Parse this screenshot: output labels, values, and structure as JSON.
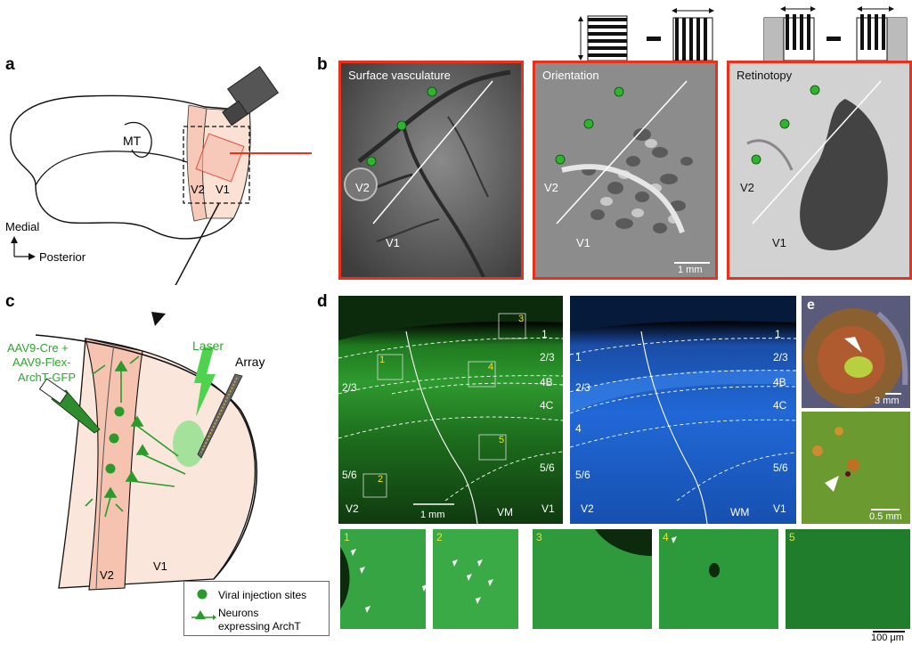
{
  "panels": {
    "a": "a",
    "b": "b",
    "c": "c",
    "d": "d",
    "e": "e"
  },
  "panel_a": {
    "mt_label": "MT",
    "v2_label": "V2",
    "v1_label": "V1",
    "medial_label": "Medial",
    "posterior_label": "Posterior"
  },
  "panel_b": {
    "titles": [
      "Surface vasculature",
      "Orientation",
      "Retinotopy"
    ],
    "v2_label": "V2",
    "v1_label": "V1",
    "scalebar": "1 mm",
    "minus": "–"
  },
  "panel_c": {
    "injection_label_1": "AAV9-Cre +",
    "injection_label_2": "AAV9-Flex-",
    "injection_label_3": "ArchT-GFP",
    "laser_label": "Laser",
    "array_label": "Array",
    "v2_label": "V2",
    "v1_label": "V1",
    "legend_sites": "Viral injection sites",
    "legend_neurons_1": "Neurons",
    "legend_neurons_2": "expressing ArchT"
  },
  "panel_d": {
    "layers_left": [
      "1",
      "2/3",
      "4B",
      "4C",
      "5/6"
    ],
    "layers_left_side": [
      "2/3",
      "5/6"
    ],
    "layers_right": [
      "1",
      "2/3",
      "4B",
      "4C",
      "5/6"
    ],
    "layers_right_side": [
      "1",
      "2/3",
      "4",
      "5/6"
    ],
    "box_labels": [
      "1",
      "2",
      "3",
      "4",
      "5"
    ],
    "v2_label": "V2",
    "v1_label": "V1",
    "vm_label": "VM",
    "wm_label": "WM",
    "scalebar": "1 mm",
    "inset_scalebar": "100 μm"
  },
  "panel_e": {
    "scale_top": "3 mm",
    "scale_bottom": "0.5 mm"
  },
  "colors": {
    "frame_red": "#e8321e",
    "green_fluor": "#2e9a2e",
    "blue_fluor": "#1a5fd0",
    "legend_green": "#2a9a2a",
    "v_region_pink": "#f7c9b8"
  }
}
